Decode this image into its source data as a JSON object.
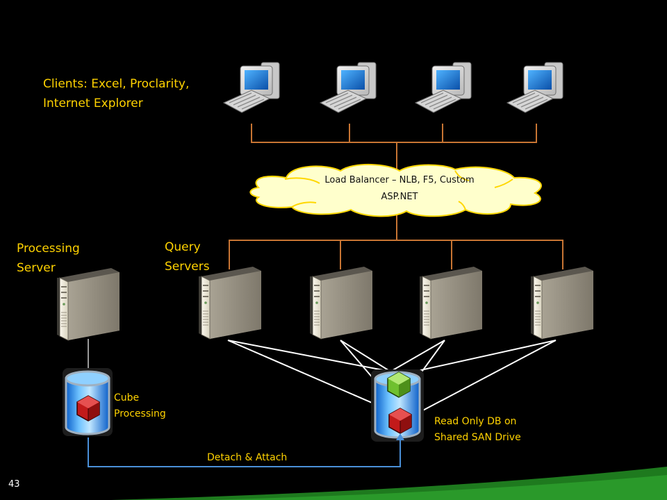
{
  "labels": {
    "clients": "Clients: Excel, Proclarity,\nInternet Explorer",
    "load_balancer": "Load Balancer – NLB, F5, Custom\nASP.NET",
    "processing_server": "Processing\nServer",
    "query_servers": "Query\nServers",
    "cube_processing": "Cube\nProcessing",
    "read_only_db": "Read Only DB on\nShared SAN Drive",
    "detach_attach": "Detach & Attach"
  },
  "page_number": "43",
  "colors": {
    "background": "#000000",
    "label_text": "#ffd200",
    "connector_lines": "#d2691e",
    "cloud_fill": "#ffffcc",
    "cloud_stroke": "#ffd700",
    "detach_line": "#4a90d9",
    "accent_green": "#2e8b2e"
  },
  "icons": {
    "clients": [
      "desktop-computer-icon",
      "desktop-computer-icon",
      "desktop-computer-icon",
      "desktop-computer-icon"
    ],
    "servers": [
      "server-icon",
      "server-icon",
      "server-icon",
      "server-icon",
      "server-icon"
    ],
    "databases": [
      "database-cylinder-icon",
      "database-cylinder-icon"
    ],
    "cubes": [
      "red-cube-icon",
      "green-cube-icon",
      "red-cube-icon"
    ]
  }
}
